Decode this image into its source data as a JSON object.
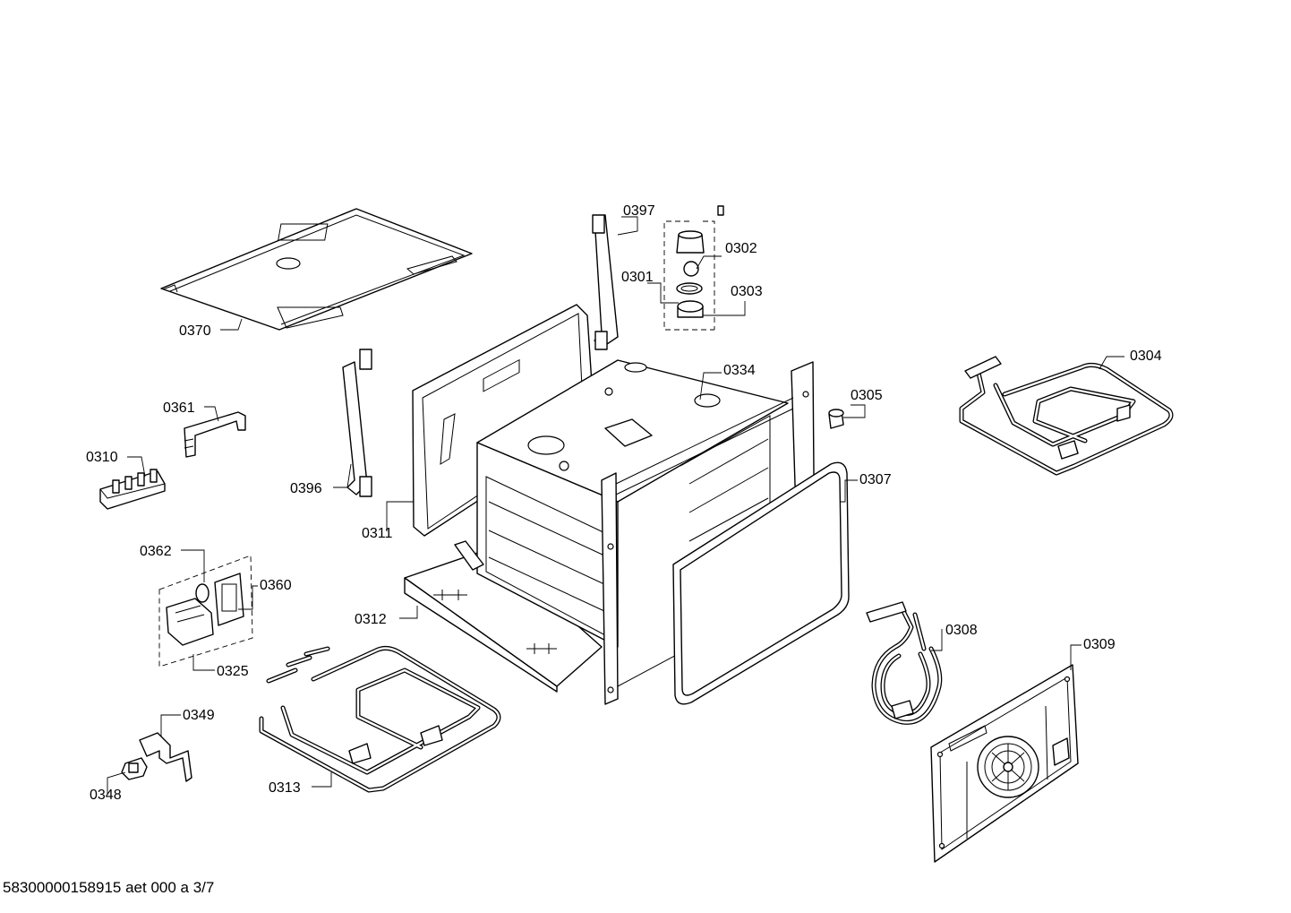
{
  "footer_code": "58300000158915 aet 000 a 3/7",
  "part_labels": {
    "p0397": "0397",
    "p0302": "0302",
    "p0301": "0301",
    "p0303": "0303",
    "p0370": "0370",
    "p0304": "0304",
    "p0334": "0334",
    "p0305": "0305",
    "p0361": "0361",
    "p0310": "0310",
    "p0396": "0396",
    "p0307": "0307",
    "p0311": "0311",
    "p0362": "0362",
    "p0360": "0360",
    "p0312": "0312",
    "p0308": "0308",
    "p0309": "0309",
    "p0325": "0325",
    "p0349": "0349",
    "p0313": "0313",
    "p0348": "0348"
  }
}
